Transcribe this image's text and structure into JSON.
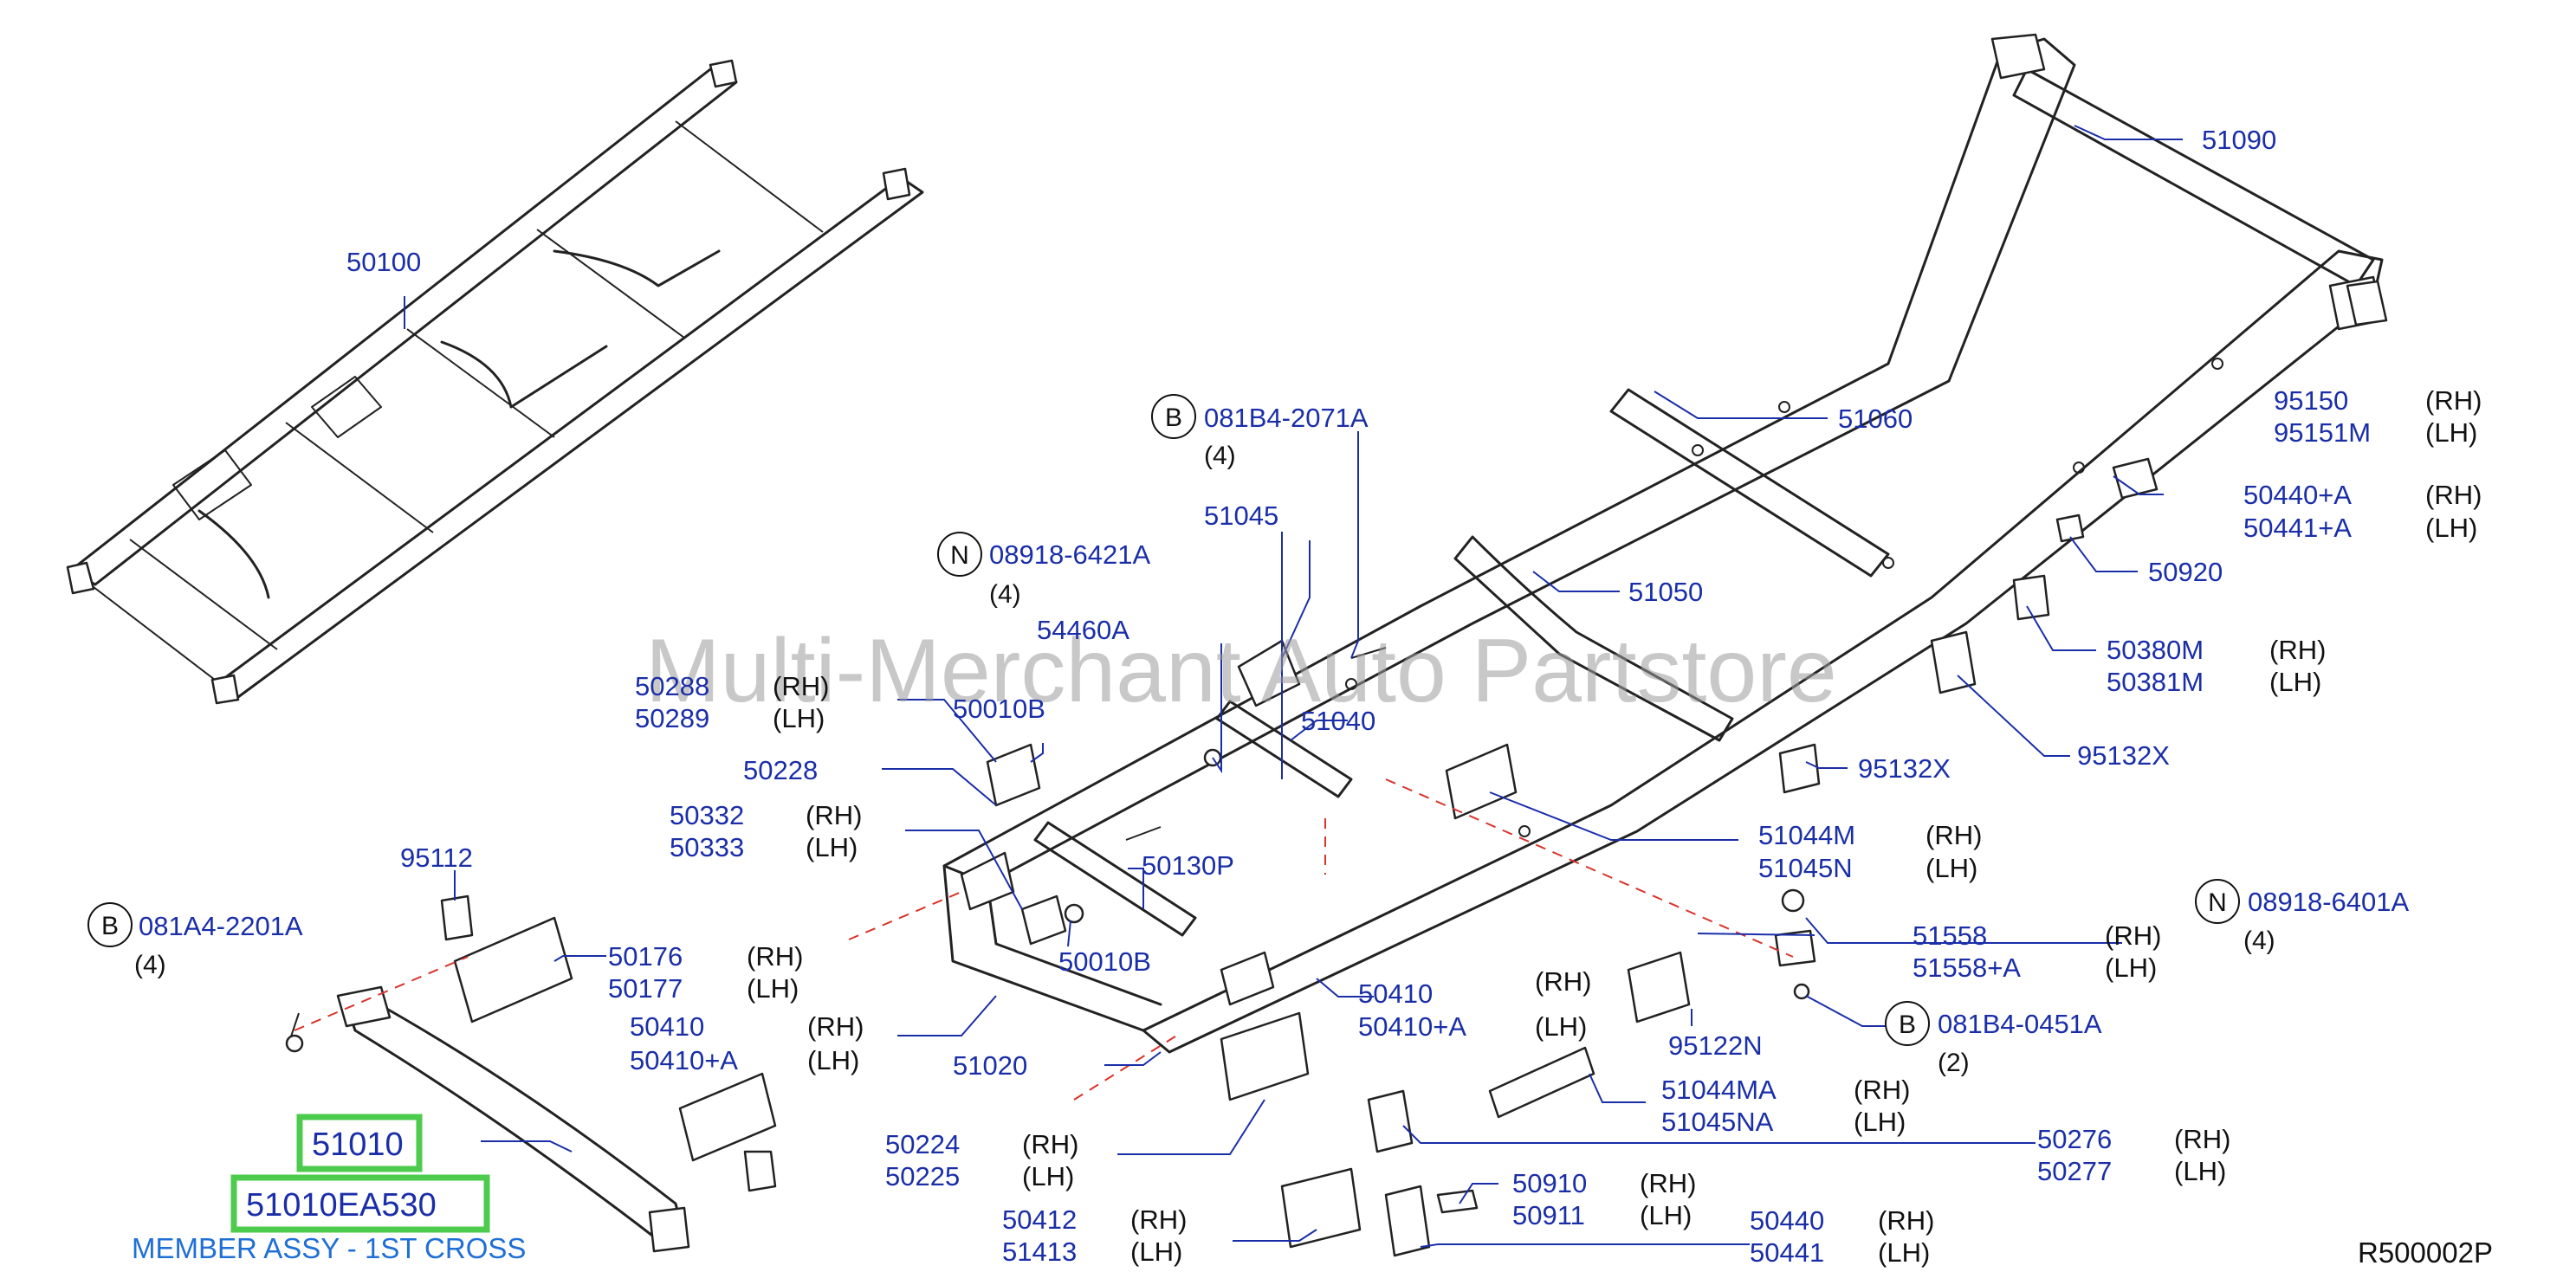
{
  "watermark": "Multi-Merchant Auto Partstore",
  "reference": "R500002P",
  "highlight": {
    "part_number": "51010",
    "full_part_number": "51010EA530",
    "description": "MEMBER ASSY - 1ST CROSS"
  },
  "callouts": {
    "p50100": "50100",
    "p51090": "51090",
    "p95150": "95150",
    "p95150_side": "(RH)",
    "p95151m": "95151M",
    "p95151m_side": "(LH)",
    "p51060": "51060",
    "p50440a": "50440+A",
    "p50440a_side": "(RH)",
    "p50441a": "50441+A",
    "p50441a_side": "(LH)",
    "p50920": "50920",
    "p51050": "51050",
    "p50380m": "50380M",
    "p50380m_side": "(RH)",
    "p50381m": "50381M",
    "p50381m_side": "(LH)",
    "p95132x_right": "95132X",
    "p95132x_mid": "95132X",
    "p51045": "51045",
    "p54460a": "54460A",
    "p51040": "51040",
    "p50288": "50288",
    "p50288_side": "(RH)",
    "p50289": "50289",
    "p50289_side": "(LH)",
    "p50010b_top": "50010B",
    "p50228": "50228",
    "p50332": "50332",
    "p50332_side": "(RH)",
    "p50333": "50333",
    "p50333_side": "(LH)",
    "p50130p": "50130P",
    "p51044m": "51044M",
    "p51044m_side": "(RH)",
    "p51045n": "51045N",
    "p51045n_side": "(LH)",
    "p95112": "95112",
    "p50176": "50176",
    "p50176_side": "(RH)",
    "p50177": "50177",
    "p50177_side": "(LH)",
    "p50010b_bottom": "50010B",
    "p50410_left": "50410",
    "p50410_left_side": "(RH)",
    "p50410a_left": "50410+A",
    "p50410a_left_side": "(LH)",
    "p50410_mid": "50410",
    "p50410_mid_side": "(RH)",
    "p50410a_mid": "50410+A",
    "p50410a_mid_side": "(LH)",
    "p51020": "51020",
    "p51558": "51558",
    "p51558_side": "(RH)",
    "p51558a": "51558+A",
    "p51558a_side": "(LH)",
    "p95122n": "95122N",
    "p51044ma": "51044MA",
    "p51044ma_side": "(RH)",
    "p51045na": "51045NA",
    "p51045na_side": "(LH)",
    "p50224": "50224",
    "p50224_side": "(RH)",
    "p50225": "50225",
    "p50225_side": "(LH)",
    "p50276": "50276",
    "p50276_side": "(RH)",
    "p50277": "50277",
    "p50277_side": "(LH)",
    "p50910": "50910",
    "p50910_side": "(RH)",
    "p50911": "50911",
    "p50911_side": "(LH)",
    "p50412": "50412",
    "p50412_side": "(RH)",
    "p51413": "51413",
    "p51413_side": "(LH)",
    "p50440": "50440",
    "p50440_side": "(RH)",
    "p50441": "50441",
    "p50441_side": "(LH)"
  },
  "fasteners": {
    "b_081b4_2071a": {
      "letter": "B",
      "number": "081B4-2071A",
      "qty": "(4)"
    },
    "n_08918_6421a": {
      "letter": "N",
      "number": "08918-6421A",
      "qty": "(4)"
    },
    "b_081a4_2201a": {
      "letter": "B",
      "number": "081A4-2201A",
      "qty": "(4)"
    },
    "n_08918_6401a": {
      "letter": "N",
      "number": "08918-6401A",
      "qty": "(4)"
    },
    "b_081b4_0451a": {
      "letter": "B",
      "number": "081B4-0451A",
      "qty": "(2)"
    }
  }
}
